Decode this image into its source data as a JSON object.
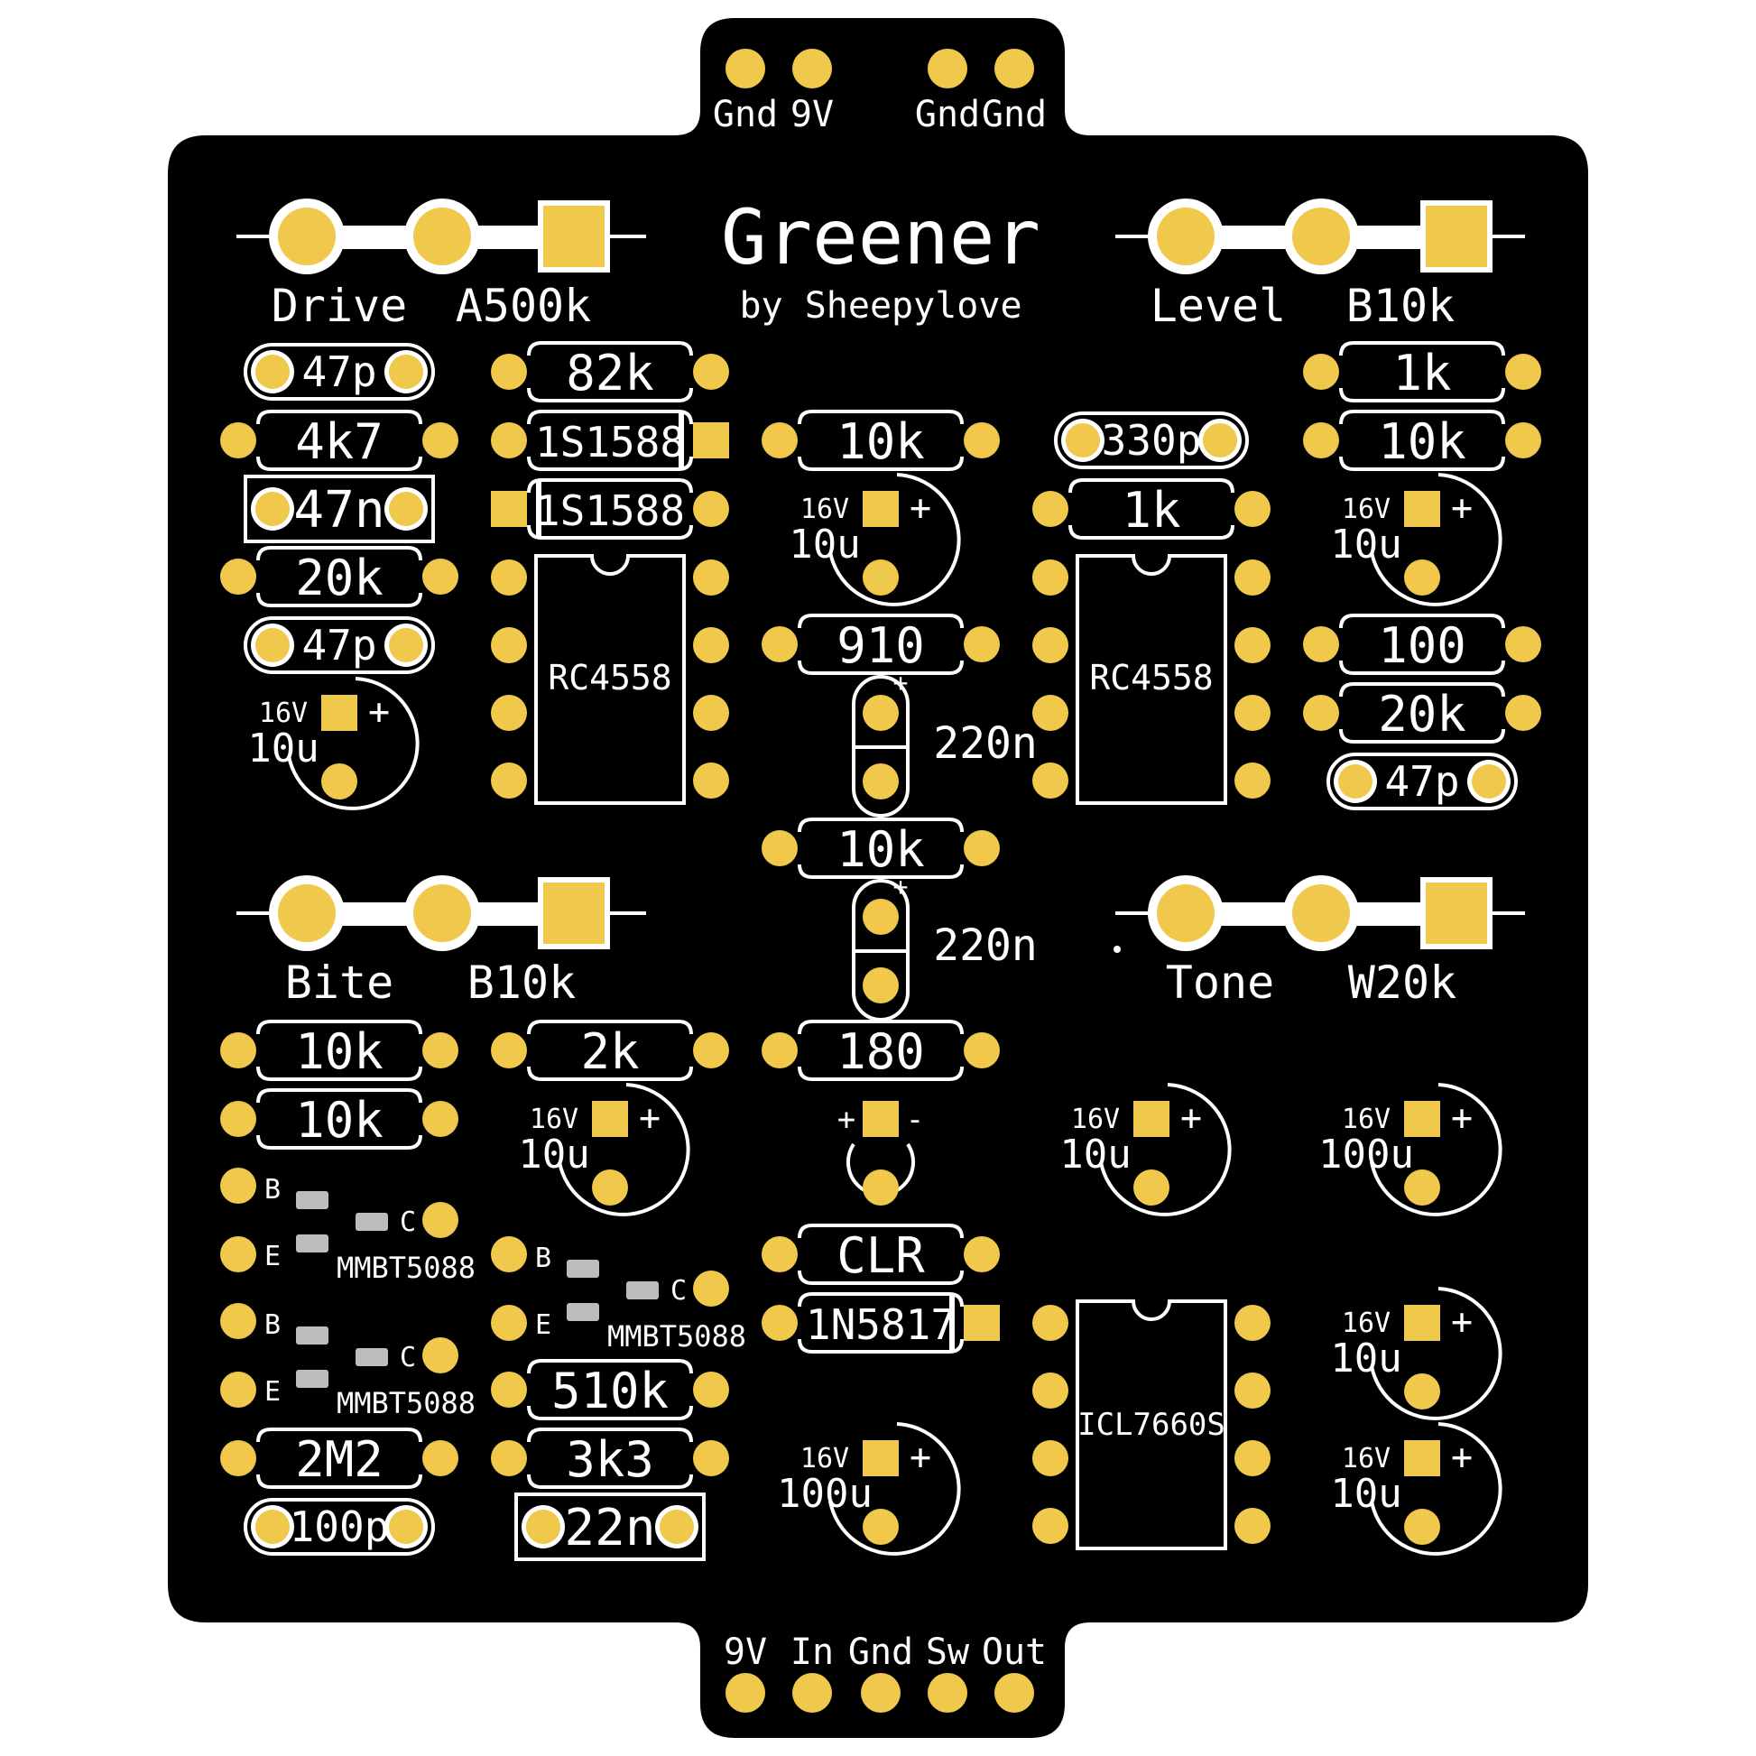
{
  "title": "Greener",
  "subtitle": "by Sheepylove",
  "colors": {
    "board": "#000000",
    "pad": "#f0c84b",
    "silk": "#ffffff",
    "smd": "#bdbdbd"
  },
  "top_header": [
    "Gnd",
    "9V",
    "Gnd",
    "Gnd"
  ],
  "bottom_header": [
    "9V",
    "In",
    "Gnd",
    "Sw",
    "Out"
  ],
  "pots": [
    {
      "name": "Drive",
      "value": "A500k"
    },
    {
      "name": "Level",
      "value": "B10k"
    },
    {
      "name": "Bite",
      "value": "B10k"
    },
    {
      "name": "Tone",
      "value": "W20k"
    }
  ],
  "resistors": [
    "4k7",
    "20k",
    "82k",
    "10k",
    "910",
    "10k",
    "1k",
    "1k",
    "10k",
    "100",
    "20k",
    "10k",
    "10k",
    "2k",
    "180",
    "2M2",
    "510k",
    "3k3"
  ],
  "ceramics": [
    "47p",
    "47p",
    "330p",
    "47p",
    "100p"
  ],
  "film_caps": [
    "47n",
    "22n"
  ],
  "diodes": [
    "1S1588",
    "1S1588",
    "CLR",
    "1N5817"
  ],
  "ics": [
    "RC4558",
    "RC4558",
    "ICL7660S"
  ],
  "electrolytics": [
    {
      "v": "16V",
      "c": "10u"
    },
    {
      "v": "16V",
      "c": "10u"
    },
    {
      "v": "16V",
      "c": "10u"
    },
    {
      "v": "16V",
      "c": "10u"
    },
    {
      "v": "16V",
      "c": "100u"
    },
    {
      "v": "16V",
      "c": "10u"
    },
    {
      "v": "16V",
      "c": "100u"
    },
    {
      "v": "16V",
      "c": "10u"
    },
    {
      "v": "16V",
      "c": "10u"
    }
  ],
  "box_caps": [
    "220n",
    "220n"
  ],
  "transistors": [
    "MMBT5088",
    "MMBT5088",
    "MMBT5088"
  ],
  "pins": {
    "b": "B",
    "e": "E",
    "c": "C",
    "plus": "+",
    "minus": "-"
  }
}
